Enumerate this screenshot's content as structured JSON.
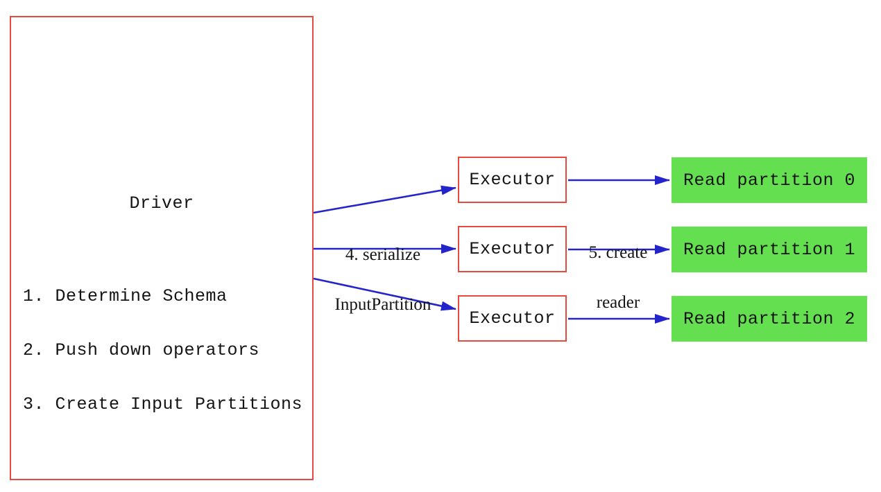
{
  "driver": {
    "title": "Driver",
    "steps": [
      "1. Determine Schema",
      "2. Push down operators",
      "3. Create Input Partitions"
    ]
  },
  "executors": [
    {
      "label": "Executor"
    },
    {
      "label": "Executor"
    },
    {
      "label": "Executor"
    }
  ],
  "partitions": [
    {
      "label": "Read partition 0"
    },
    {
      "label": "Read partition 1"
    },
    {
      "label": "Read partition 2"
    }
  ],
  "edge_labels": {
    "serialize": {
      "line1": "4. serialize",
      "line2": "InputPartition"
    },
    "create_reader": {
      "line1": "5. create",
      "line2": "reader"
    }
  },
  "colors": {
    "box_red": "#e8493f",
    "fill_green": "#64df4f",
    "arrow_blue": "#2424cb",
    "text_black": "#141414",
    "bg": "#ffffff"
  }
}
